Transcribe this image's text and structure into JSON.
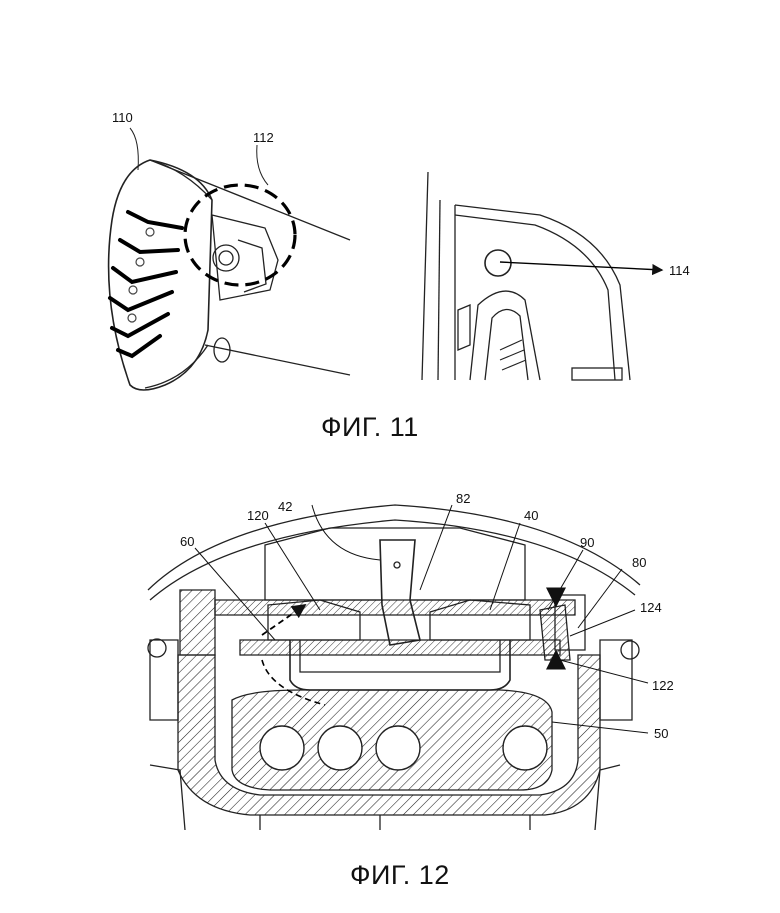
{
  "figure11": {
    "caption": "ФИГ. 11",
    "labels": {
      "l110": "110",
      "l112": "112",
      "l114": "114"
    }
  },
  "figure12": {
    "caption": "ФИГ. 12",
    "labels": {
      "l42": "42",
      "l82": "82",
      "l120": "120",
      "l40": "40",
      "l60": "60",
      "l90": "90",
      "l80": "80",
      "l124": "124",
      "l122": "122",
      "l50": "50"
    }
  }
}
